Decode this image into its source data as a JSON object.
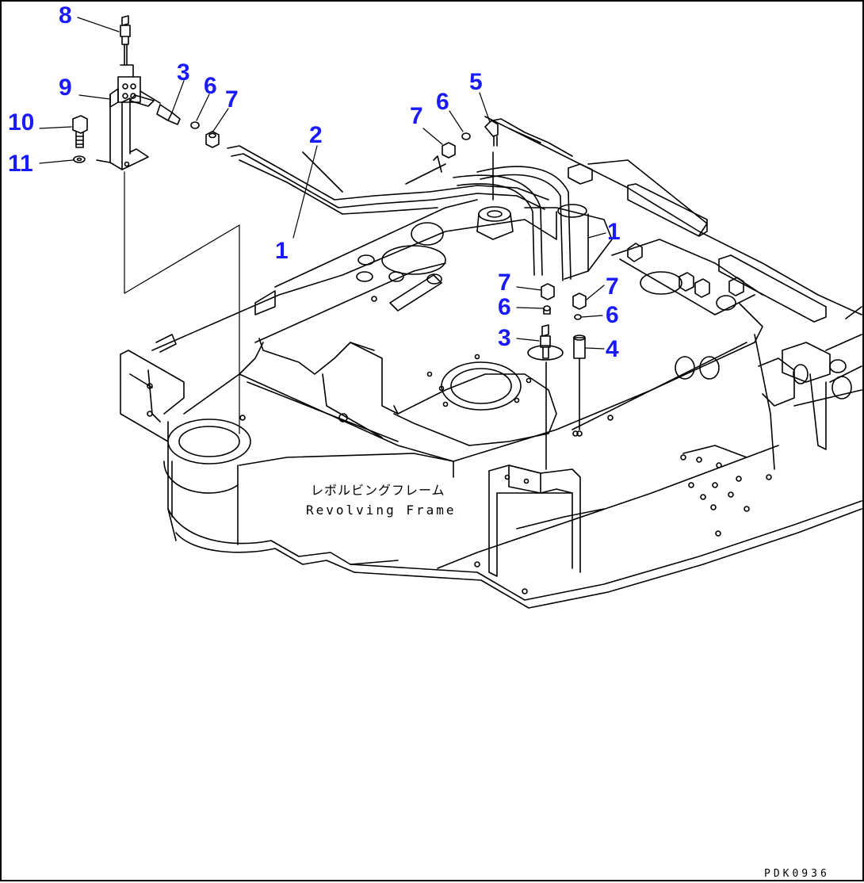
{
  "diagram": {
    "frame_label_jp": "レボルビングフレーム",
    "frame_label_en": "Revolving Frame",
    "drawing_code": "PDK0936",
    "callout_color": "#1a1aff",
    "callouts": {
      "c8": "8",
      "c9": "9",
      "c3a": "3",
      "c6a": "6",
      "c7a": "7",
      "c10": "10",
      "c11": "11",
      "c2": "2",
      "c1a": "1",
      "c7b": "7",
      "c6b": "6",
      "c5": "5",
      "c1b": "1",
      "c7c": "7",
      "c6c": "6",
      "c3b": "3",
      "c7d": "7",
      "c6d": "6",
      "c4": "4"
    }
  }
}
